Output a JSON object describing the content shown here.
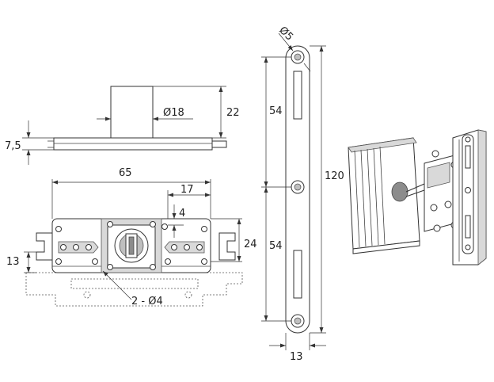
{
  "labels": {
    "shaft_height": "7,5",
    "knob_diameter": "Ø18",
    "knob_height": "22",
    "overall_width": "65",
    "half_offset": "17",
    "slot_offset": "4",
    "body_height": "24",
    "side_height": "13",
    "fixing_holes": "2 - Ø4",
    "hole_diameter": "Ø5",
    "upper_pitch": "54",
    "strike_length": "120",
    "lower_pitch": "54",
    "strike_width": "13"
  },
  "colors": {
    "line": "#333333",
    "fill": "#d9d9d9",
    "shade": "#8c8c8c"
  }
}
